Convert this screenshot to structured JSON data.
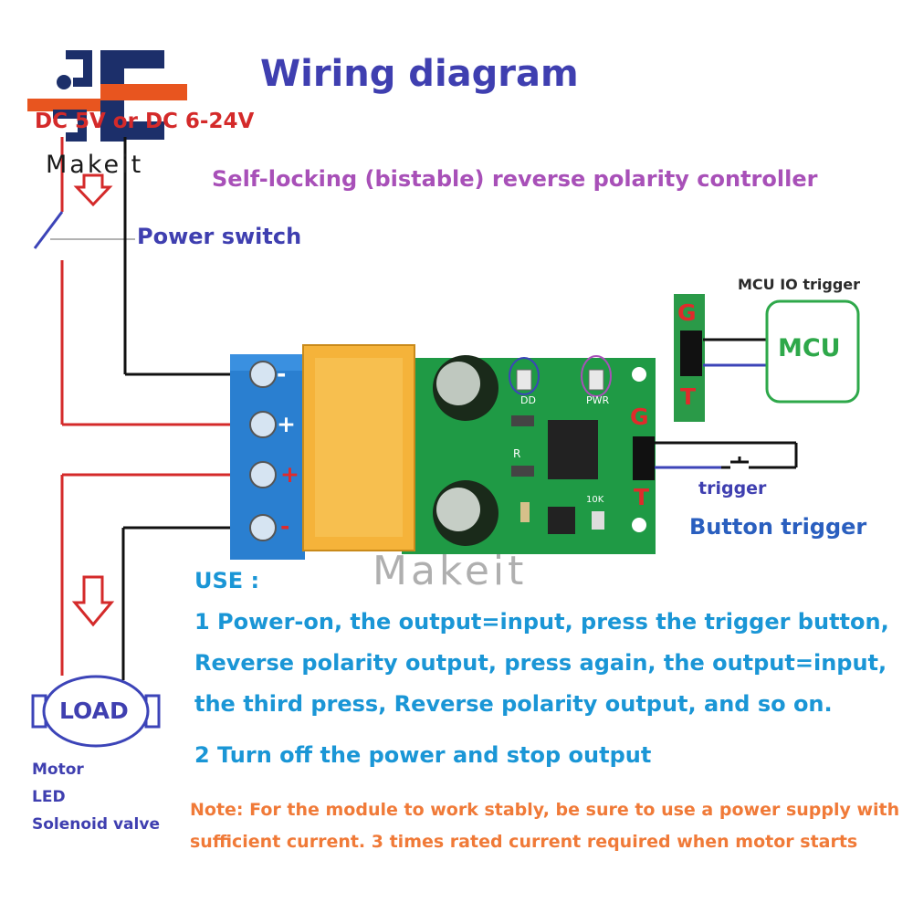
{
  "title": "Wiring diagram",
  "subtitle": "Self-locking (bistable) reverse polarity controller",
  "power_label": "DC 5V or DC 6-24V",
  "brand": "Makeit",
  "power_switch": "Power switch",
  "mcu": {
    "title": "MCU IO trigger",
    "label": "MCU",
    "pin_g": "G",
    "pin_t": "T"
  },
  "button": {
    "pin_g": "G",
    "pin_t": "T",
    "trigger": "trigger",
    "label": "Button trigger"
  },
  "terminals": [
    "-",
    "+",
    "+",
    "-"
  ],
  "board_silkscreen": [
    "DD",
    "PWR",
    "10K",
    "R"
  ],
  "watermark": "Makeit",
  "use": {
    "heading": "USE :",
    "lines": [
      "1  Power-on, the output=input, press the trigger button,",
      "Reverse polarity output, press again,  the output=input,",
      "the third press, Reverse polarity output, and so on.",
      "2 Turn off the power and stop output"
    ]
  },
  "load": {
    "label": "LOAD",
    "items": [
      "Motor",
      "LED",
      "Solenoid valve"
    ]
  },
  "note": [
    "Note: For the module to work stably, be sure to use a power supply with",
    "sufficient current. 3 times rated current required when motor starts"
  ],
  "colors": {
    "title": "#3f3fb0",
    "subtitle": "#a850b8",
    "power_label": "#d42a2a",
    "use_text": "#1a96d6",
    "note": "#f07a38",
    "mcu": "#2ea84a",
    "wire_red": "#d42a2a",
    "wire_black": "#111111",
    "wire_blue": "#3c44b8",
    "board": "#1f9a45",
    "terminal": "#2a7fd0",
    "relay": "#f5b33a"
  },
  "icons": [
    "makeit-logo",
    "power-switch-symbol",
    "down-arrow-icon",
    "relay-icon",
    "capacitor-icon",
    "led-icon",
    "pushbutton-icon",
    "motor-load-icon"
  ]
}
